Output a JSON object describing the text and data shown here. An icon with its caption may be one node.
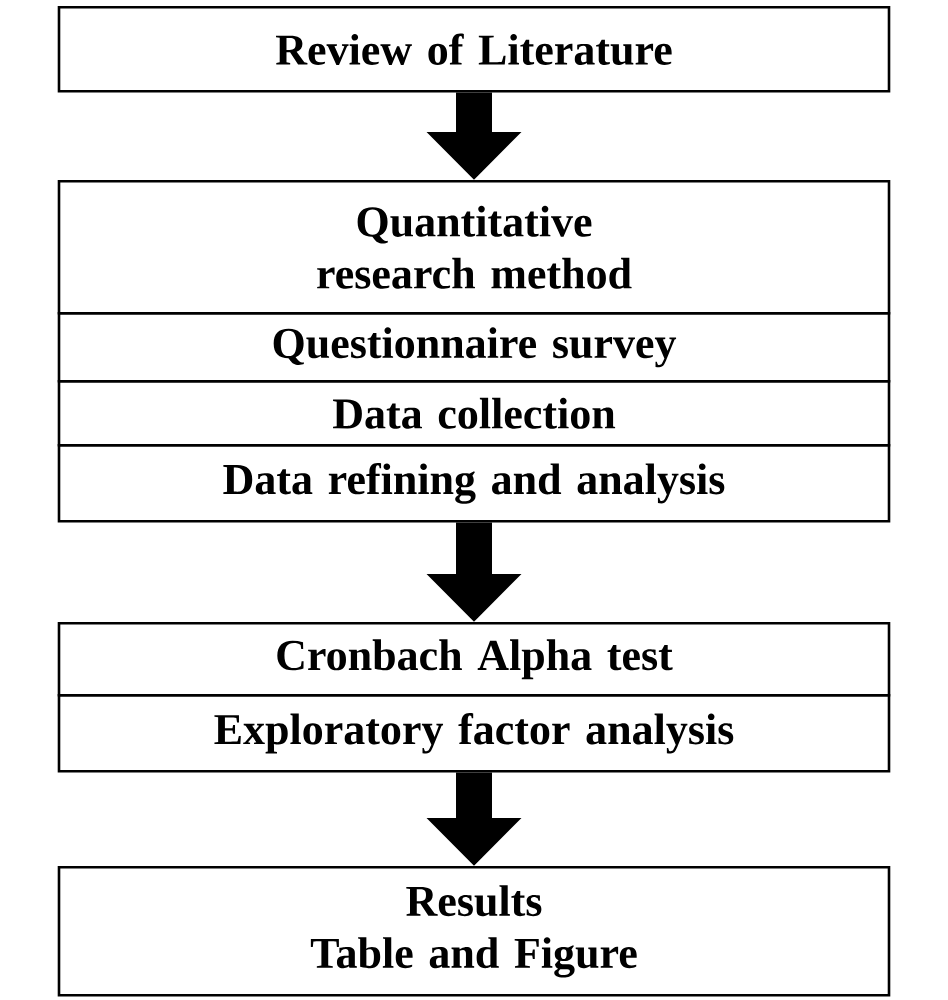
{
  "diagram": {
    "nodes": [
      {
        "text": [
          "Review of Literature"
        ]
      },
      {
        "text": [
          "Quantitative research method"
        ]
      },
      {
        "text": [
          "Questionnaire survey"
        ]
      },
      {
        "text": [
          "Data collection"
        ]
      },
      {
        "text": [
          "Data refining and analysis"
        ]
      },
      {
        "text": [
          "Cronbach Alpha test"
        ]
      },
      {
        "text": [
          "Exploratory factor analysis"
        ]
      },
      {
        "text": [
          "Results",
          "Table and Figure"
        ]
      }
    ],
    "edges": [
      {
        "from": 0,
        "to": 1,
        "arrow": "to"
      },
      {
        "from": 4,
        "to": 5,
        "arrow": "to"
      },
      {
        "from": 6,
        "to": 7,
        "arrow": "to"
      }
    ]
  }
}
